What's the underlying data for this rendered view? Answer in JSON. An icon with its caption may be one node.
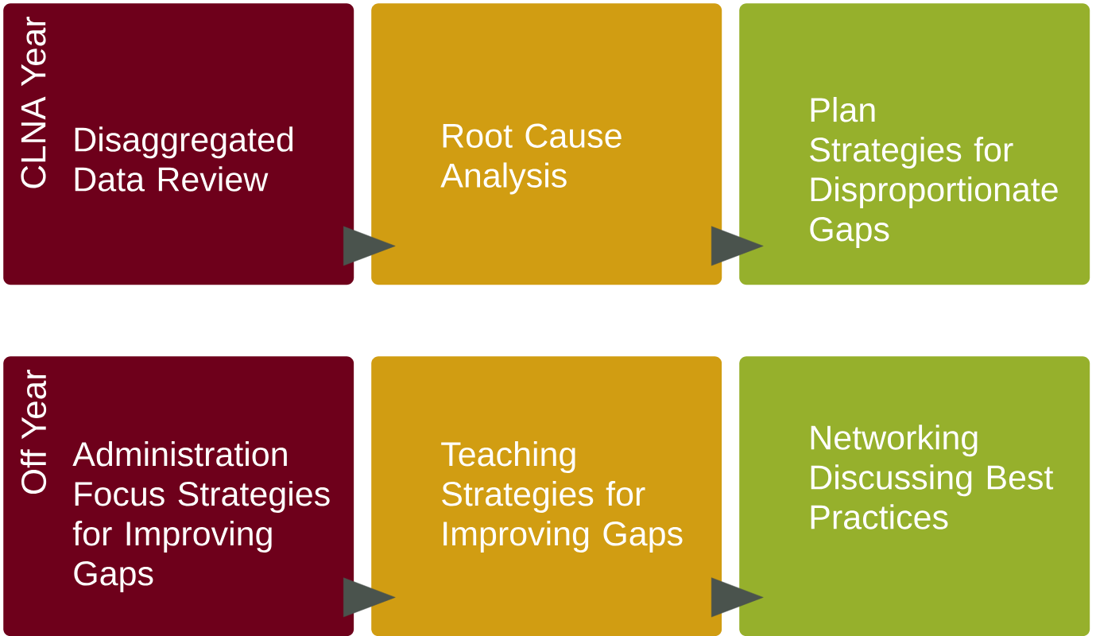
{
  "diagram": {
    "nodes": [
      {
        "text": [
          "CLNA Year",
          "Disaggregated Data Review"
        ]
      },
      {
        "text": [
          "Root Cause Analysis"
        ]
      },
      {
        "text": [
          "Plan Strategies for Disproportionate Gaps"
        ]
      },
      {
        "text": [
          "Off Year",
          "Administration Focus Strategies for Improving Gaps"
        ]
      },
      {
        "text": [
          "Teaching Strategies for Improving Gaps"
        ]
      },
      {
        "text": [
          "Networking Discussing Best Practices"
        ]
      }
    ],
    "edges": [
      {
        "from": 0,
        "to": 1,
        "arrow": "to"
      },
      {
        "from": 1,
        "to": 2,
        "arrow": "to"
      },
      {
        "from": 3,
        "to": 4,
        "arrow": "to"
      },
      {
        "from": 4,
        "to": 5,
        "arrow": "to"
      }
    ]
  }
}
